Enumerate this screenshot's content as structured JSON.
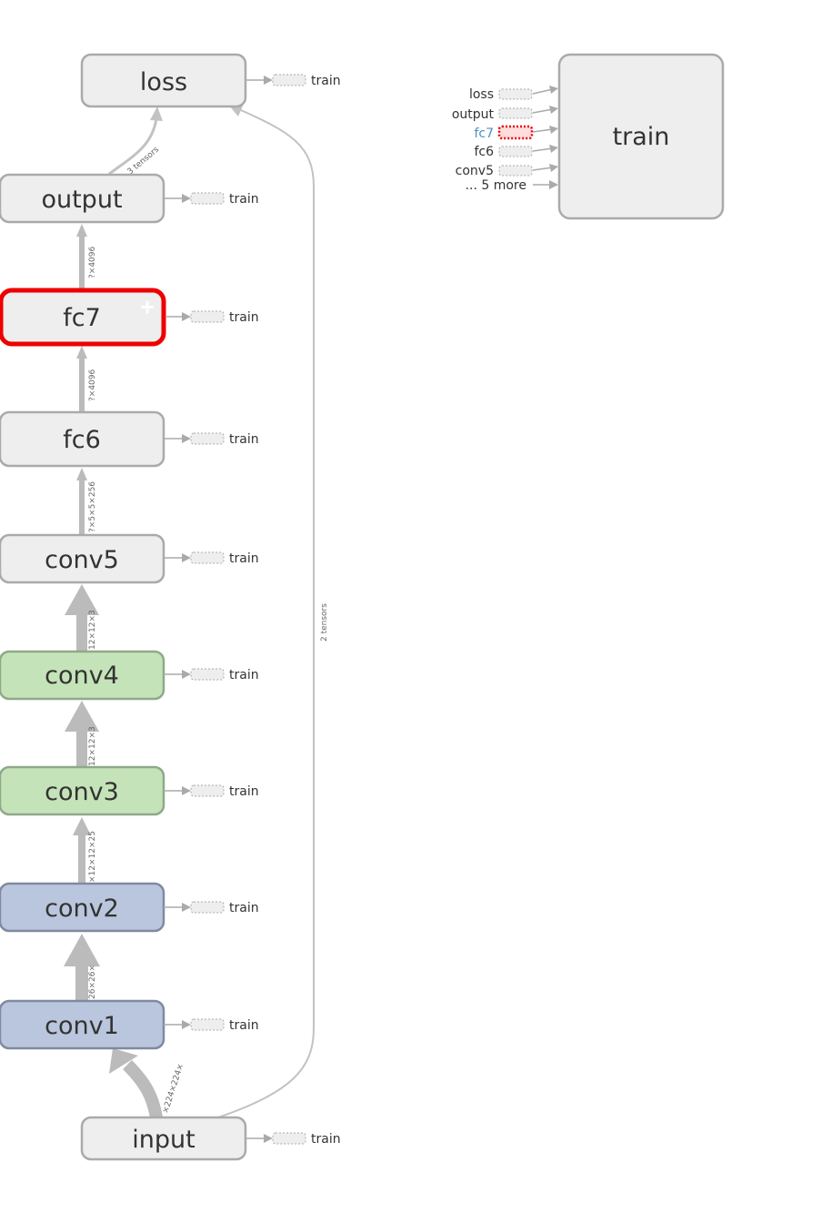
{
  "colors": {
    "default_fill": "#eeeeee",
    "default_stroke": "#aaaaaa",
    "green_fill": "#c5e3b8",
    "green_stroke": "#8fa98a",
    "blue_fill": "#b9c6de",
    "blue_stroke": "#808aa0",
    "selected_stroke": "#ee0000",
    "edge": "#b8b8b8",
    "highlight_text": "#4a90c8"
  },
  "nodes": [
    {
      "id": "loss",
      "label": "loss",
      "style": "default",
      "train": "train"
    },
    {
      "id": "output",
      "label": "output",
      "style": "default",
      "train": "train"
    },
    {
      "id": "fc7",
      "label": "fc7",
      "style": "selected",
      "train": "train"
    },
    {
      "id": "fc6",
      "label": "fc6",
      "style": "default",
      "train": "train"
    },
    {
      "id": "conv5",
      "label": "conv5",
      "style": "default",
      "train": "train"
    },
    {
      "id": "conv4",
      "label": "conv4",
      "style": "green",
      "train": "train"
    },
    {
      "id": "conv3",
      "label": "conv3",
      "style": "green",
      "train": "train"
    },
    {
      "id": "conv2",
      "label": "conv2",
      "style": "blue",
      "train": "train"
    },
    {
      "id": "conv1",
      "label": "conv1",
      "style": "blue",
      "train": "train"
    },
    {
      "id": "input",
      "label": "input",
      "style": "default",
      "train": "train"
    }
  ],
  "edge_labels": {
    "output_loss": "3 tensors",
    "fc7_output": "?×4096",
    "fc6_fc7": "?×4096",
    "conv5_fc6": "?×5×5×256",
    "conv4_conv5": "12×12×3",
    "conv3_conv4": "12×12×3",
    "conv2_conv3": "×12×12×25",
    "conv1_conv2": "26×26×",
    "input_conv1": "×224×224×",
    "input_loss": "2 tensors"
  },
  "train_node": {
    "label": "train",
    "inputs": [
      "loss",
      "output",
      "fc7",
      "fc6",
      "conv5"
    ],
    "more": "... 5 more",
    "highlighted_input": "fc7"
  },
  "expand_icon": "plus-icon"
}
